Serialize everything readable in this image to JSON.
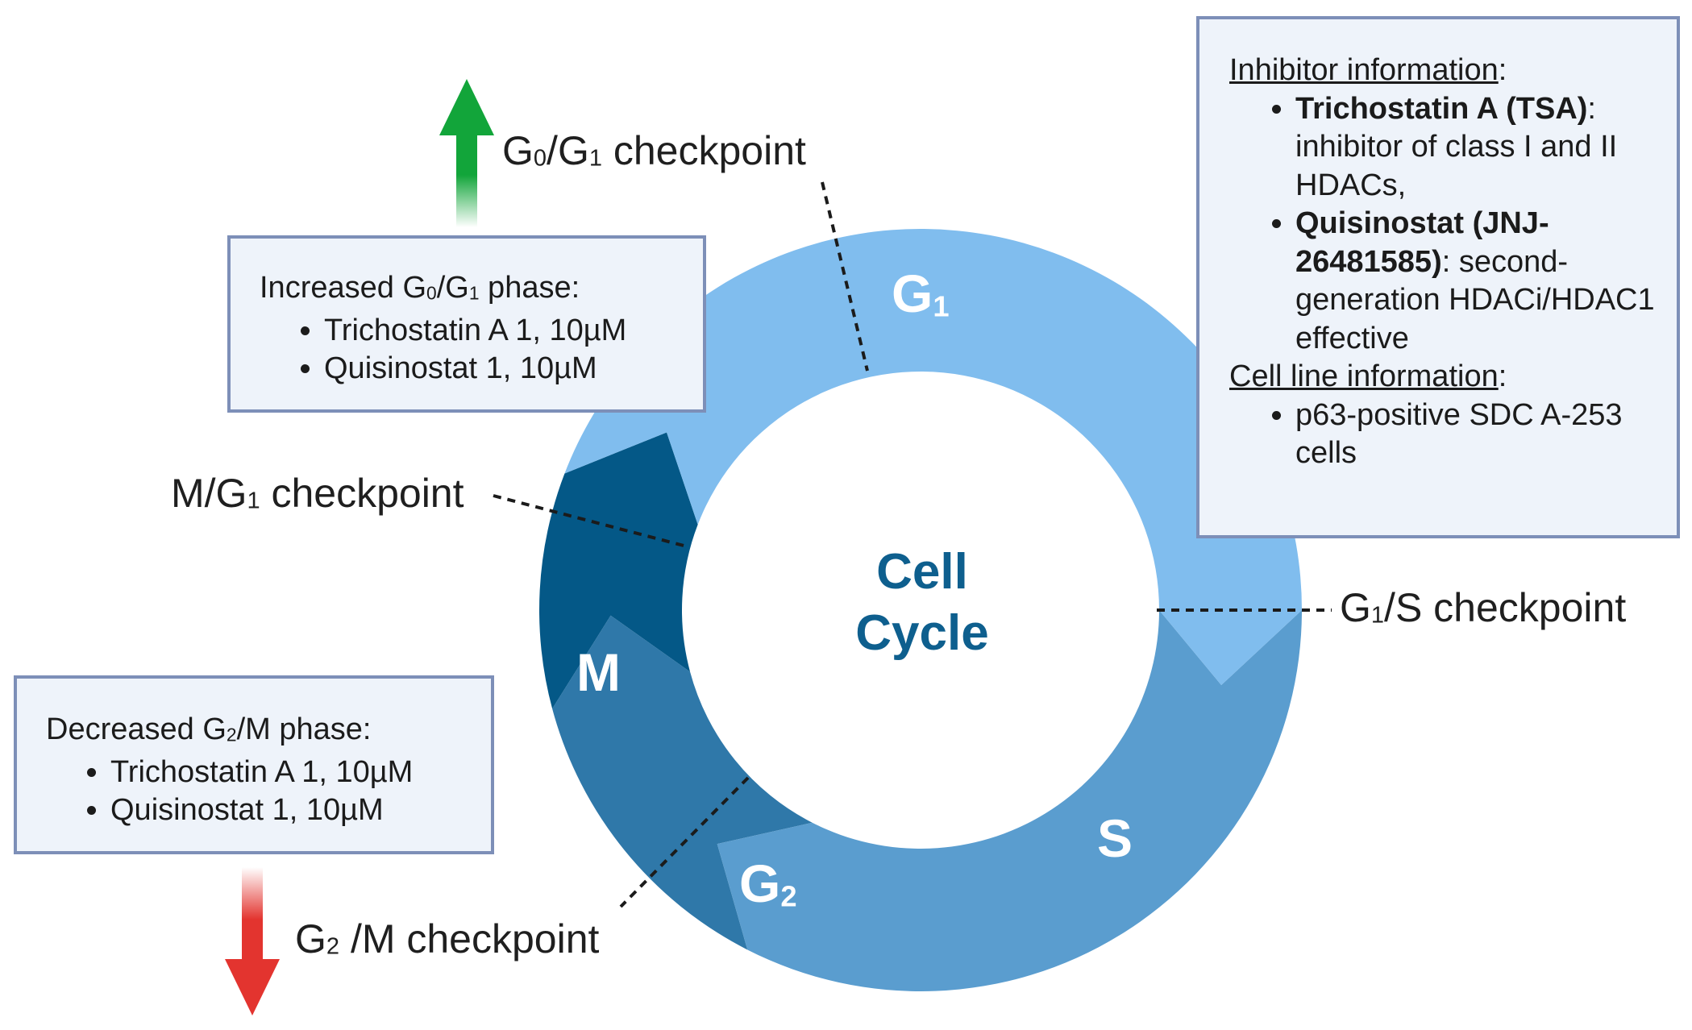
{
  "center": {
    "line1": "Cell",
    "line2": "Cycle"
  },
  "phases": {
    "g1": "G",
    "g1_sub": "1",
    "s": "S",
    "g2": "G",
    "g2_sub": "2",
    "m": "M"
  },
  "checkpoints": {
    "g0g1": {
      "a": "G",
      "a_sub": "0",
      "b": "/G",
      "b_sub": "1",
      "c": " checkpoint"
    },
    "mg1": {
      "a": "M/G",
      "a_sub": "1",
      "c": " checkpoint"
    },
    "g1s": {
      "a": "G",
      "a_sub": "1",
      "c": "/S checkpoint"
    },
    "g2m": {
      "a": "G",
      "a_sub": "2",
      "c": " /M checkpoint"
    }
  },
  "increased_box": {
    "title_a": "Increased G",
    "title_sub1": "0",
    "title_b": "/G",
    "title_sub2": "1",
    "title_c": " phase:",
    "items": [
      "Trichostatin A 1, 10µM",
      "Quisinostat 1, 10µM"
    ]
  },
  "decreased_box": {
    "title_a": "Decreased G",
    "title_sub": "2",
    "title_b": "/M phase:",
    "items": [
      "Trichostatin A 1, 10µM",
      "Quisinostat 1, 10µM"
    ]
  },
  "info_box": {
    "inhibitor_heading": "Inhibitor information",
    "colon": ":",
    "tsa_name": "Trichostatin A (TSA)",
    "tsa_desc": ":  inhibitor of class I and II HDACs,",
    "quis_name": "Quisinostat (JNJ-26481585)",
    "quis_desc": ": second-generation HDACi/HDAC1 effective",
    "cellline_heading": "Cell line information",
    "cellline_item": "p63-positive SDC A-253 cells"
  },
  "colors": {
    "g1": "#80bdee",
    "s": "#5a9dcf",
    "g2": "#2f78a9",
    "m": "#045887",
    "up_arrow": "#12a53a",
    "down_arrow": "#e3342f",
    "box_fill": "#eef3fa",
    "box_border": "#7d8fb8",
    "center_text": "#0e5f8e"
  },
  "icons": {
    "up": "up-arrow-icon",
    "down": "down-arrow-icon"
  }
}
